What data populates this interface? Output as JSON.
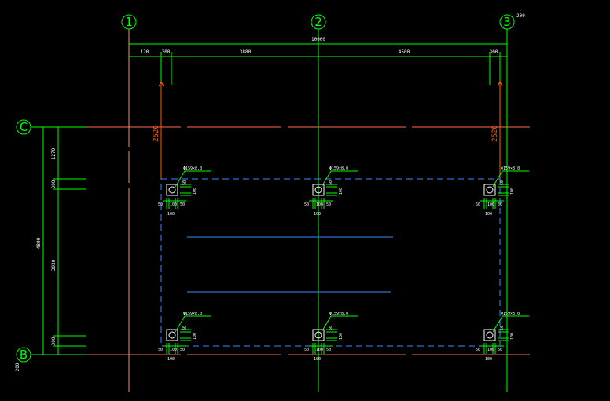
{
  "axes": {
    "vertical": [
      {
        "label": "1"
      },
      {
        "label": "2"
      },
      {
        "label": "3"
      }
    ],
    "horizontal": [
      {
        "label": "C"
      },
      {
        "label": "B"
      }
    ]
  },
  "top_dims": {
    "overall": "10000",
    "offset_right": "200",
    "segments": [
      "120",
      "300",
      "3880",
      "4500",
      "300"
    ]
  },
  "left_dims": {
    "overall": "4800",
    "segments": [
      "1270",
      "300",
      "3030",
      "300"
    ],
    "offset_bottom": "200"
  },
  "orange_dims": [
    "2520",
    "2520"
  ],
  "piles": [
    {
      "spec": "Φ159×8.0"
    },
    {
      "spec": "Φ159×8.0"
    },
    {
      "spec": "Φ159×8.0"
    },
    {
      "spec": "Φ159×8.0"
    },
    {
      "spec": "Φ159×8.0"
    },
    {
      "spec": "Φ159×8.0"
    }
  ],
  "pile_dims": {
    "left": "50",
    "bottom": "100",
    "right": "50",
    "side_a": "50",
    "side_b": "100"
  },
  "colors": {
    "background": "#000000",
    "grid_axis": "#00ff00",
    "grid_line_red": "#ff6a4d",
    "dim_line": "#00ff00",
    "beam_dashed": "#3a8cff",
    "orange_dim": "#ff5a00",
    "text": "#ffffff"
  }
}
